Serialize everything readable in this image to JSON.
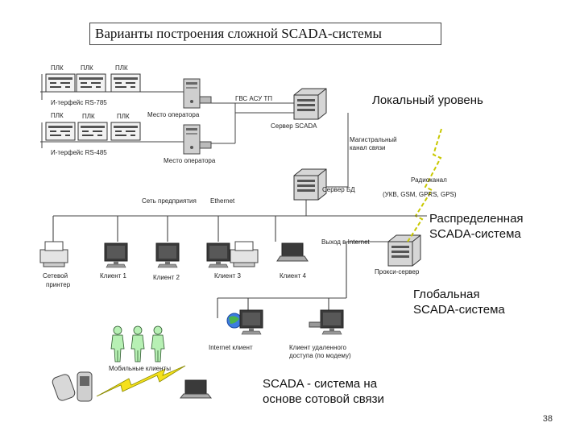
{
  "title": "Варианты построения сложной SCADA-системы",
  "level_labels": {
    "local": "Локальный уровень",
    "distributed_1": "Распределенная",
    "distributed_2": "SCADA-система",
    "global_1": "Глобальная",
    "global_2": "SCADA-система",
    "cellular_1": "SCADA - система на",
    "cellular_2": "основе сотовой связи"
  },
  "labels": {
    "plc": "ПЛК",
    "interface_rs485_top": "И-терфейс RS-785",
    "interface_rs485_bottom": "И-терфейс RS-485",
    "operator_place_1": "Место оператора",
    "operator_place_2": "Место оператора",
    "asu_tp": "ГВС АСУ ТП",
    "scada_server": "Сервер SCADA",
    "trunk_channel_1": "Магистральный",
    "trunk_channel_2": "канал связи",
    "radio_channel": "Радиоканал",
    "radio_types": "(УКВ, GSM, GPRS, GPS)",
    "db_server": "Сервер БД",
    "enterprise_net": "Сеть предприятия",
    "ethernet": "Ethernet",
    "internet_exit": "Выход в Internet",
    "proxy_server": "Прокси-сервер",
    "network_printer_1": "Сетевой",
    "network_printer_2": "принтер",
    "client_1": "Клиент 1",
    "client_2": "Клиент 2",
    "client_3": "Клиент 3",
    "client_4": "Клиент 4",
    "internet_client": "Internet клиент",
    "remote_client_1": "Клиент удаленного",
    "remote_client_2": "доступа (по модему)",
    "mobile_clients": "Мобильные клиенты"
  },
  "page_number": "38",
  "colors": {
    "lines": "#444444",
    "radio": "#c8c800",
    "figures": "#b7f0b4"
  }
}
